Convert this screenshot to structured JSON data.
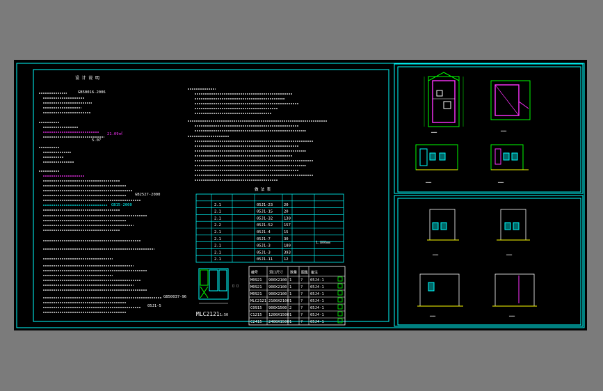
{
  "colors": {
    "background": "#7b7b7b",
    "canvas": "#000000",
    "frame": "#00ffff",
    "text": "#ffffff",
    "highlight": "#ff33ff",
    "green": "#00ff00",
    "yellow": "#ffff00"
  },
  "notes": {
    "title": "设 计 说 明",
    "std_1": "GB50016-2006",
    "area": "21.09㎡",
    "num_1": "5.07",
    "std_2": "GB2527-2000",
    "std_3": "GB15-2000",
    "std_4": "GB50037-96",
    "std_5": "05J1-5",
    "stair_height": "1.800mm"
  },
  "door_schedule": {
    "headers": [
      "编号",
      "洞口尺寸",
      "数量",
      "图集",
      "备注"
    ],
    "rows": [
      [
        "M0921",
        "900X2100",
        "1",
        "?",
        "05J4-1"
      ],
      [
        "M0921",
        "900X2100",
        "1",
        "?",
        "05J4-1"
      ],
      [
        "M0921",
        "900X2100",
        "1",
        "?",
        "05J4-1"
      ],
      [
        "MLC2121",
        "2100X2100",
        "1",
        "?",
        "05J4-1"
      ],
      [
        "C0915",
        "900X1500",
        "2",
        "?",
        "05J4-1"
      ],
      [
        "C1215",
        "1200X1500",
        "1",
        "?",
        "05J4-1"
      ],
      [
        "C2415",
        "2400X1500",
        "1",
        "?",
        "05J4-1"
      ]
    ]
  },
  "finish_table": {
    "title": "做 法 表",
    "rows": [
      {
        "a": "2.1",
        "b": "05J1-23",
        "c": "20"
      },
      {
        "a": "2.1",
        "b": "05J1-15",
        "c": "20"
      },
      {
        "a": "2.1",
        "b": "05J1-32",
        "c": "130"
      },
      {
        "a": "2.2",
        "b": "05J1-52",
        "c": "157"
      },
      {
        "a": "2.1",
        "b": "05J1-4",
        "c": "15"
      },
      {
        "a": "2.1",
        "b": "05J1-7",
        "c": "30"
      },
      {
        "a": "2.1",
        "b": "05J1-3",
        "c": "180"
      },
      {
        "a": "2.1",
        "b": "05J1-3",
        "c": "393"
      },
      {
        "a": "2.1",
        "b": "05J1-11",
        "c": "12"
      }
    ]
  },
  "window_detail": {
    "label": "MLC2121",
    "scale": "1:50"
  }
}
